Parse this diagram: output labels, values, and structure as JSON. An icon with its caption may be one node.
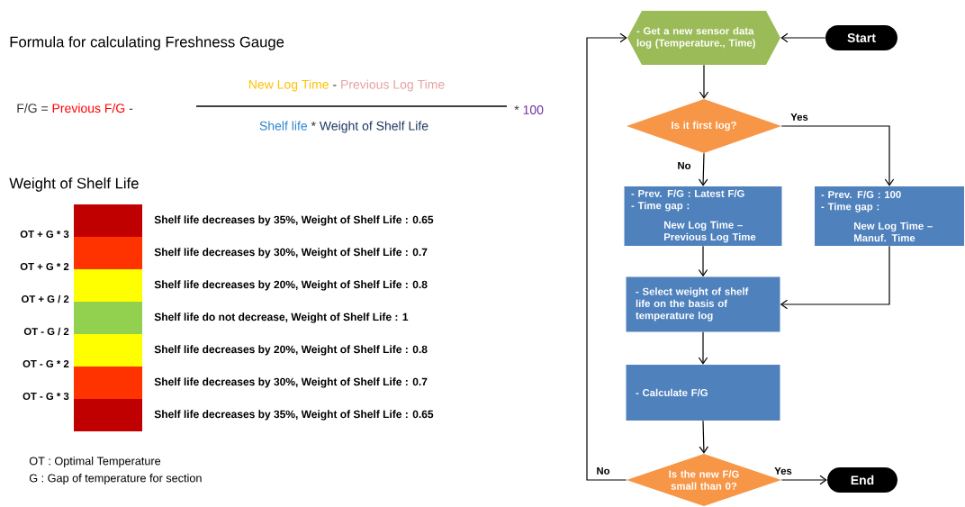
{
  "diagram": {
    "nodes": [
      {
        "text": [
          "- Get a new sensor data log (Temperature., Time)"
        ]
      },
      {
        "text": [
          "Start"
        ]
      },
      {
        "text": [
          "Is it first log?"
        ]
      },
      {
        "text": [
          "- Prev. F/G : Latest F/G",
          "- Time gap :",
          "New Log Time – Previous Log Time"
        ]
      },
      {
        "text": [
          "- Prev. F/G : 100",
          "- Time gap :",
          "New Log Time – Manuf. Time"
        ]
      },
      {
        "text": [
          "- Select weight of shelf life on the basis of temperature log"
        ]
      },
      {
        "text": [
          "- Calculate F/G"
        ]
      },
      {
        "text": [
          "Is the new F/G small than 0?"
        ]
      },
      {
        "text": [
          "End"
        ]
      }
    ],
    "edges": [
      {
        "from": 1,
        "to": 0,
        "arrow": "to"
      },
      {
        "from": 0,
        "to": 2,
        "arrow": "to"
      },
      {
        "from": 2,
        "to": 3,
        "arrow": "to",
        "label": "No"
      },
      {
        "from": 2,
        "to": 4,
        "arrow": "to",
        "label": "Yes"
      },
      {
        "from": 3,
        "to": 5,
        "arrow": "to"
      },
      {
        "from": 4,
        "to": 5,
        "arrow": "to"
      },
      {
        "from": 5,
        "to": 6,
        "arrow": "to"
      },
      {
        "from": 6,
        "to": 7,
        "arrow": "to"
      },
      {
        "from": 7,
        "to": 8,
        "arrow": "to",
        "label": "Yes"
      },
      {
        "from": 7,
        "to": 0,
        "arrow": "to",
        "label": "No"
      }
    ],
    "labels": [
      "Formula for calculating Freshness Gauge",
      "F/G",
      "=",
      "Previous F/G",
      "-",
      "New Log Time",
      "-",
      "Previous Log Time",
      "Shelf life",
      "*",
      "Weight of Shelf Life",
      "*",
      "100",
      "Weight of Shelf Life",
      "OT + G * 3",
      "OT + G * 2",
      "OT + G / 2",
      "OT - G / 2",
      "OT - G * 2",
      "OT - G * 3",
      "OT : Optimal Temperature",
      "G : Gap of temperature for section"
    ],
    "legend": [
      {
        "text": "Shelf life decreases by 35%, Weight of Shelf Life : 0.65",
        "color": "#c00000"
      },
      {
        "text": "Shelf life decreases by 30%, Weight of Shelf Life : 0.7",
        "color": "#ff3300"
      },
      {
        "text": "Shelf life decreases by 20%, Weight of Shelf Life : 0.8",
        "color": "#ffff00"
      },
      {
        "text": "Shelf life do not decrease, Weight of Shelf Life : 1",
        "color": "#92d050"
      },
      {
        "text": "Shelf life decreases by 20%, Weight of Shelf Life : 0.8",
        "color": "#ffff00"
      },
      {
        "text": "Shelf life decreases by 30%, Weight of Shelf Life : 0.7",
        "color": "#ff3300"
      },
      {
        "text": "Shelf life decreases by 35%, Weight of Shelf Life : 0.65",
        "color": "#c00000"
      }
    ]
  }
}
